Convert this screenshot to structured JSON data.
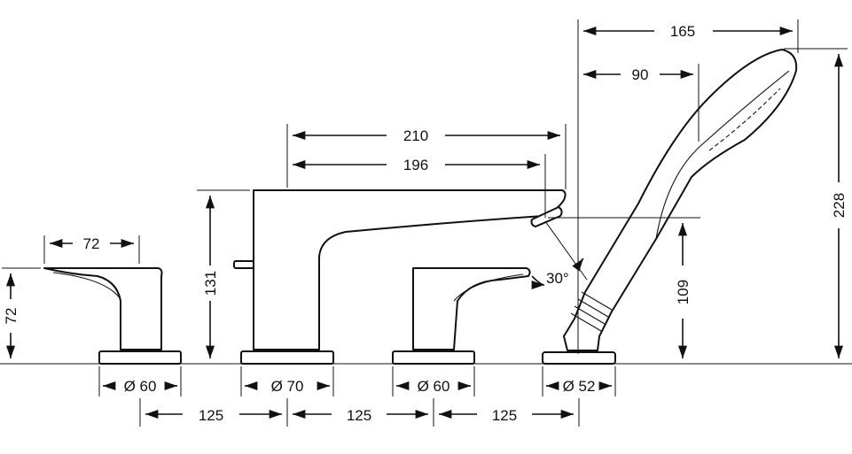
{
  "dimensions": {
    "lever_left_width": "72",
    "lever_left_height": "72",
    "base_left_diameter": "Ø 60",
    "spout_height": "131",
    "spout_base_diameter": "Ø 70",
    "spout_length_outer": "210",
    "spout_length_inner": "196",
    "base_right_diameter": "Ø 60",
    "spray_angle": "30°",
    "outlet_height": "109",
    "shower_base_diameter": "Ø 52",
    "shower_reach": "165",
    "shower_head_offset": "90",
    "shower_height": "228",
    "spacing_1": "125",
    "spacing_2": "125",
    "spacing_3": "125"
  }
}
